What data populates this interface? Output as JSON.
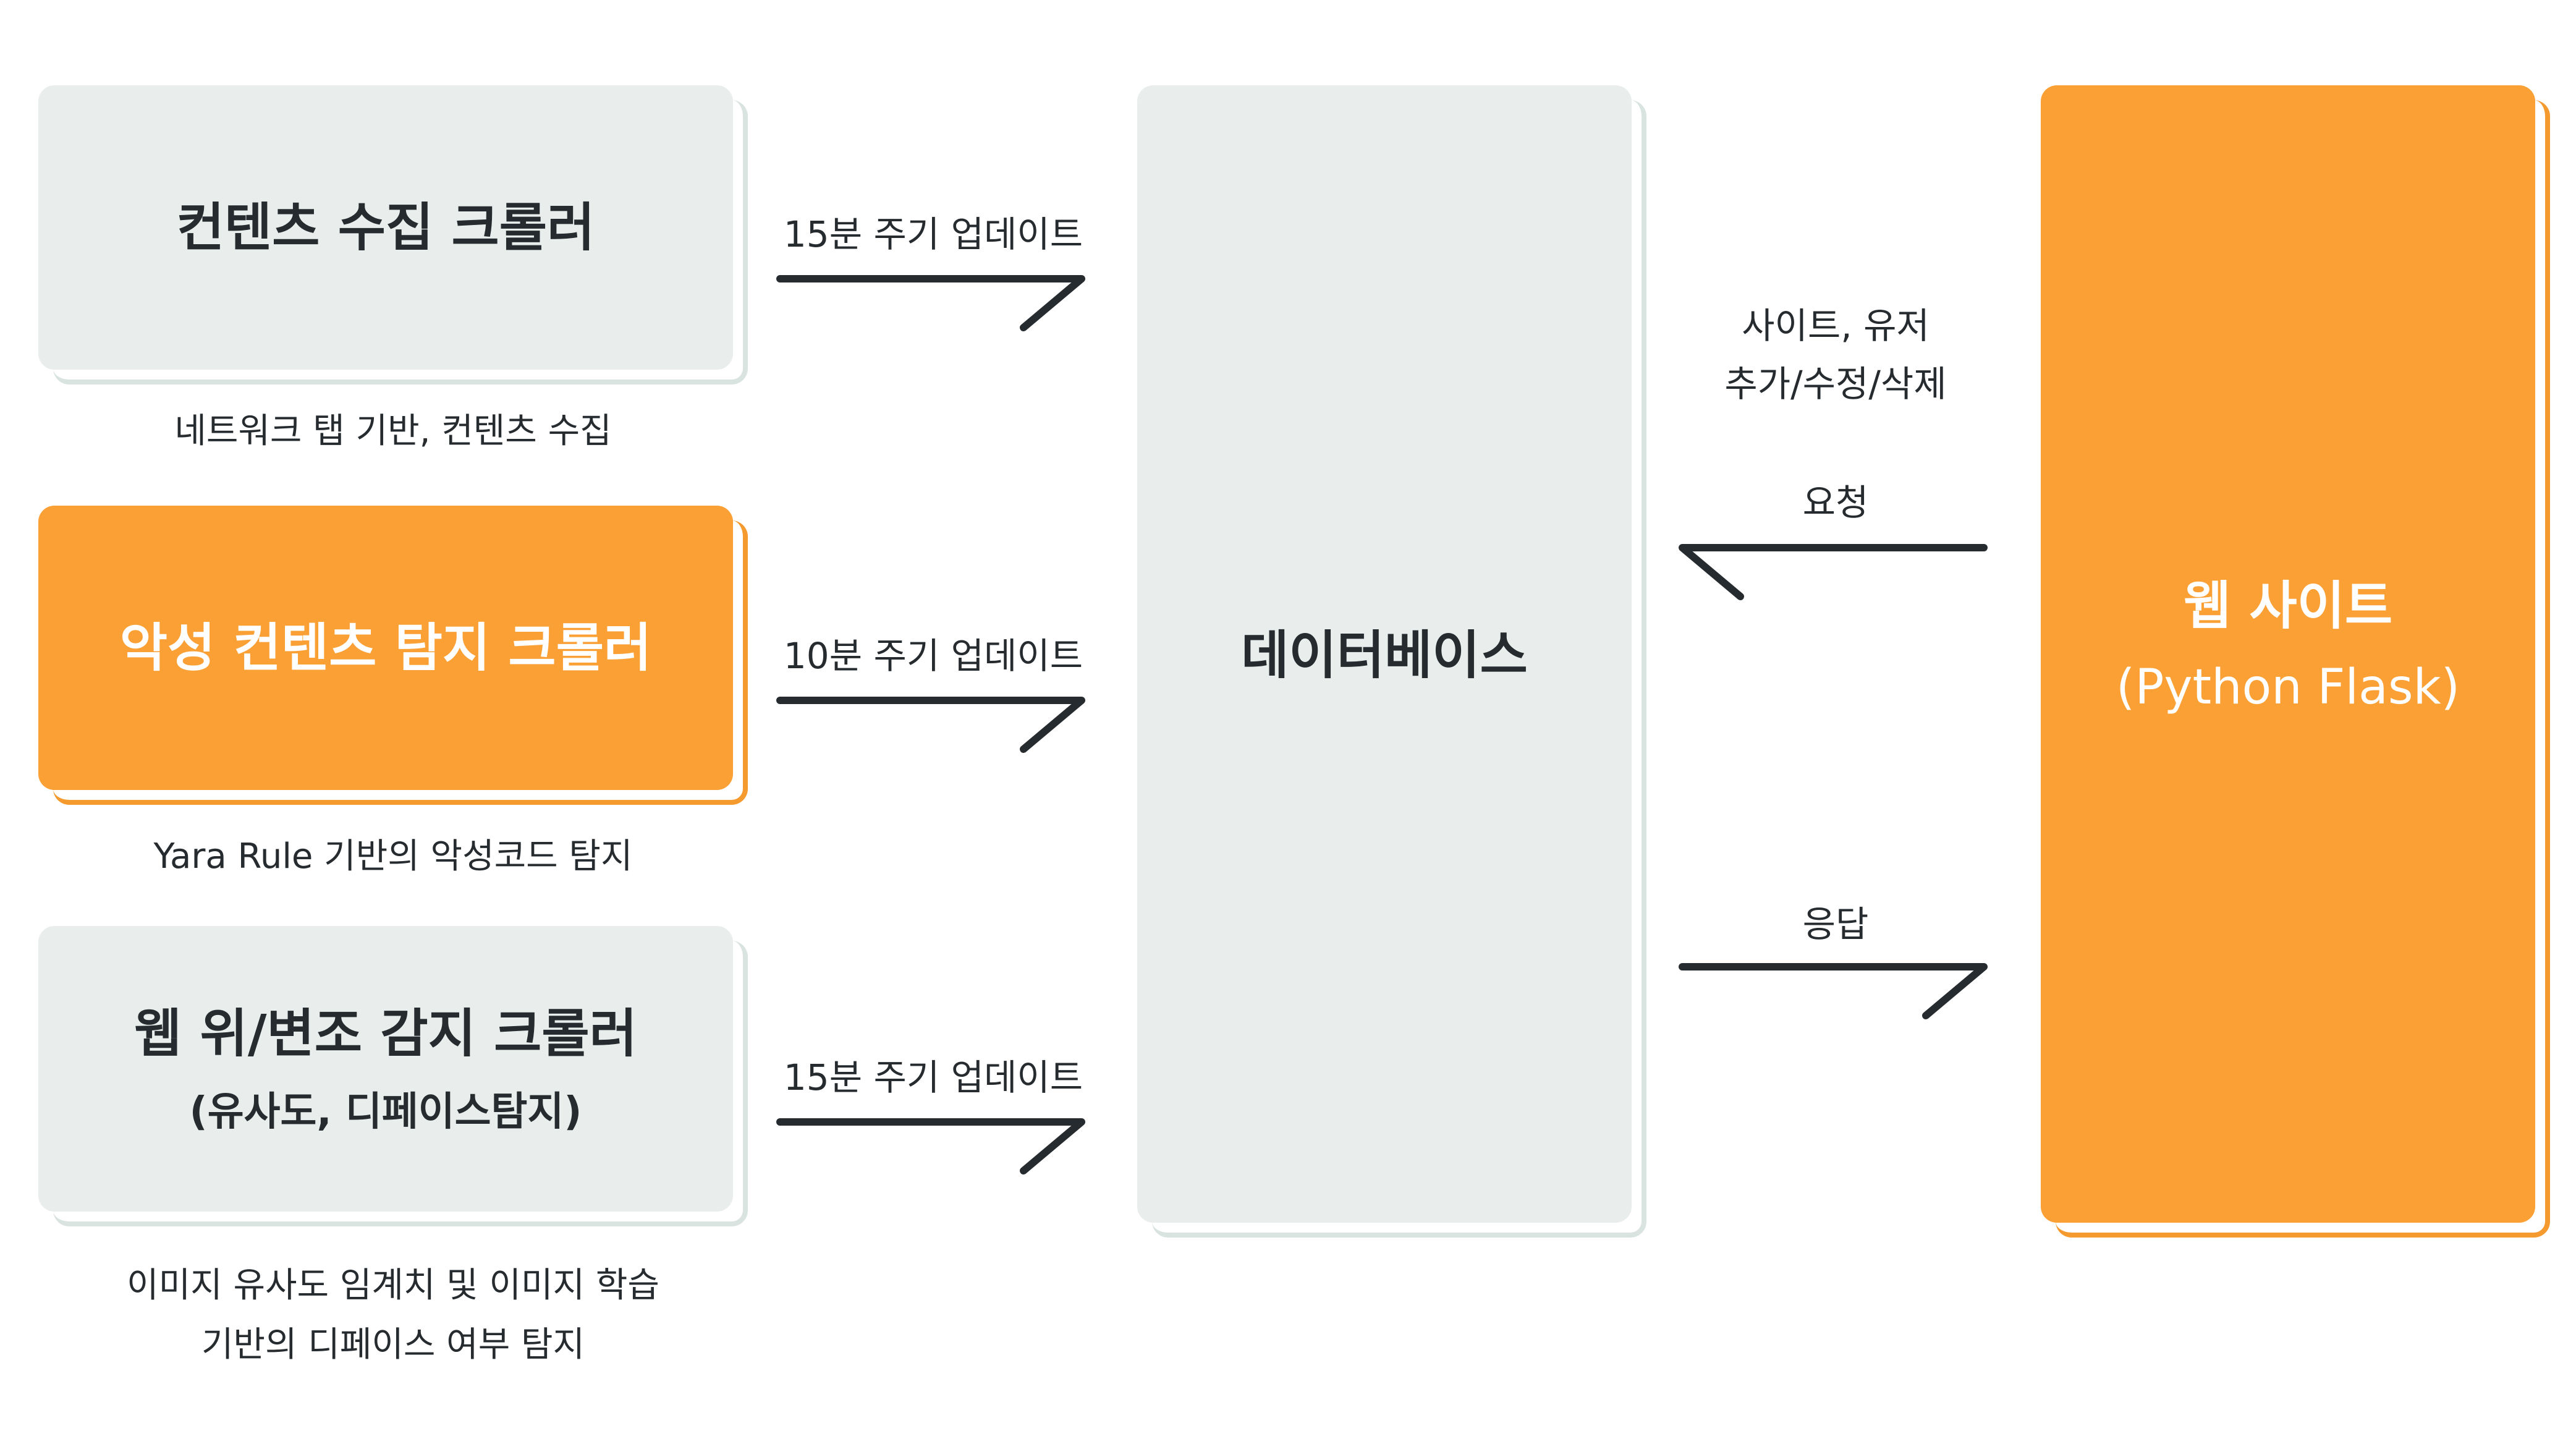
{
  "crawlers": [
    {
      "title": "컨텐츠 수집 크롤러",
      "subtitle": "",
      "caption": "네트워크 탭 기반, 컨텐츠 수집",
      "arrow_label": "15분 주기 업데이트",
      "style": "grey"
    },
    {
      "title": "악성 컨텐츠 탐지 크롤러",
      "subtitle": "",
      "caption": "Yara Rule 기반의 악성코드 탐지",
      "arrow_label": "10분 주기 업데이트",
      "style": "orange"
    },
    {
      "title": "웹 위/변조 감지 크롤러",
      "subtitle": "(유사도, 디페이스탐지)",
      "caption_lines": [
        "이미지 유사도 임계치 및 이미지 학습",
        "기반의 디페이스 여부 탐지"
      ],
      "arrow_label": "15분 주기 업데이트",
      "style": "grey"
    }
  ],
  "database": {
    "title": "데이터베이스"
  },
  "website": {
    "title": "웹 사이트",
    "subtitle": "(Python Flask)"
  },
  "request": {
    "note_lines": [
      "사이트, 유저",
      "추가/수정/삭제"
    ],
    "label": "요청"
  },
  "response": {
    "label": "응답"
  },
  "colors": {
    "orange": "#fba034",
    "grey": "#e9eeec",
    "line": "#262b2f"
  }
}
